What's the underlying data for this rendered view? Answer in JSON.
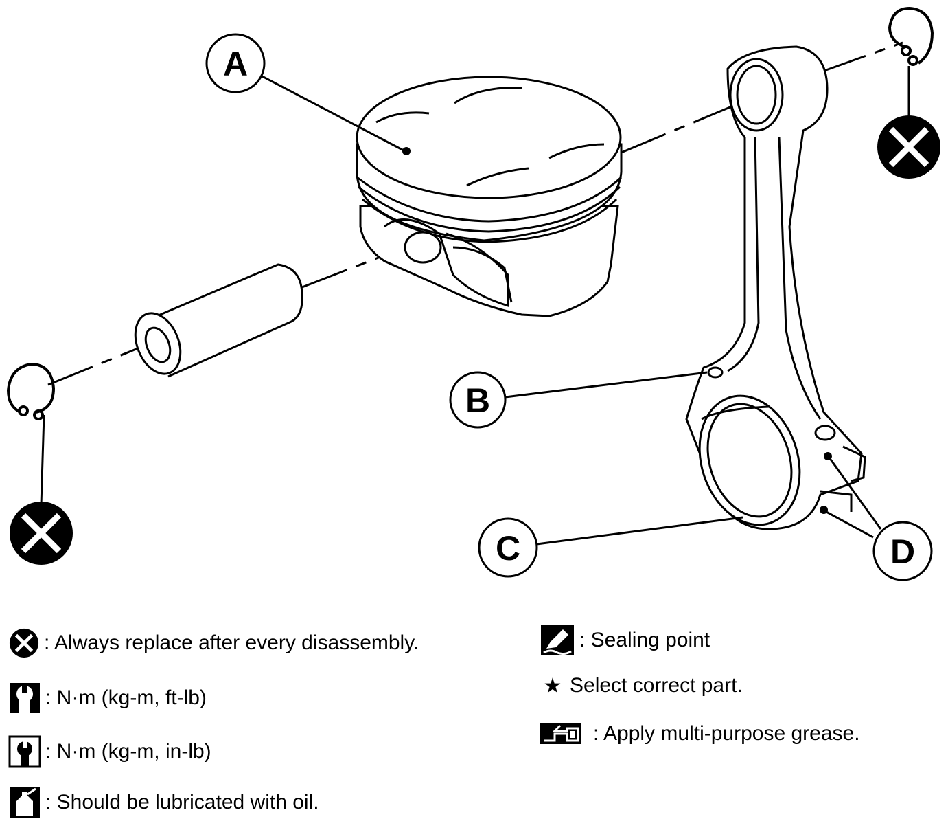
{
  "callouts": {
    "a": "A",
    "b": "B",
    "c": "C",
    "d": "D"
  },
  "icons": {
    "replace": "always-replace-icon",
    "torque_ft": "torque-wrench-icon",
    "torque_in": "torque-wrench-small-icon",
    "oil": "oil-can-icon",
    "sealant": "sealing-point-icon",
    "star": "star-icon",
    "grease": "grease-gun-icon"
  },
  "legend": {
    "replace": ": Always replace after every disassembly.",
    "torque_ft": ": N·m (kg-m, ft-lb)",
    "torque_in": ": N·m (kg-m, in-lb)",
    "oil": ": Should be lubricated with oil.",
    "sealant": ": Sealing point",
    "star_symbol": "★",
    "select_part": "Select correct part.",
    "grease": ": Apply multi-purpose grease."
  }
}
